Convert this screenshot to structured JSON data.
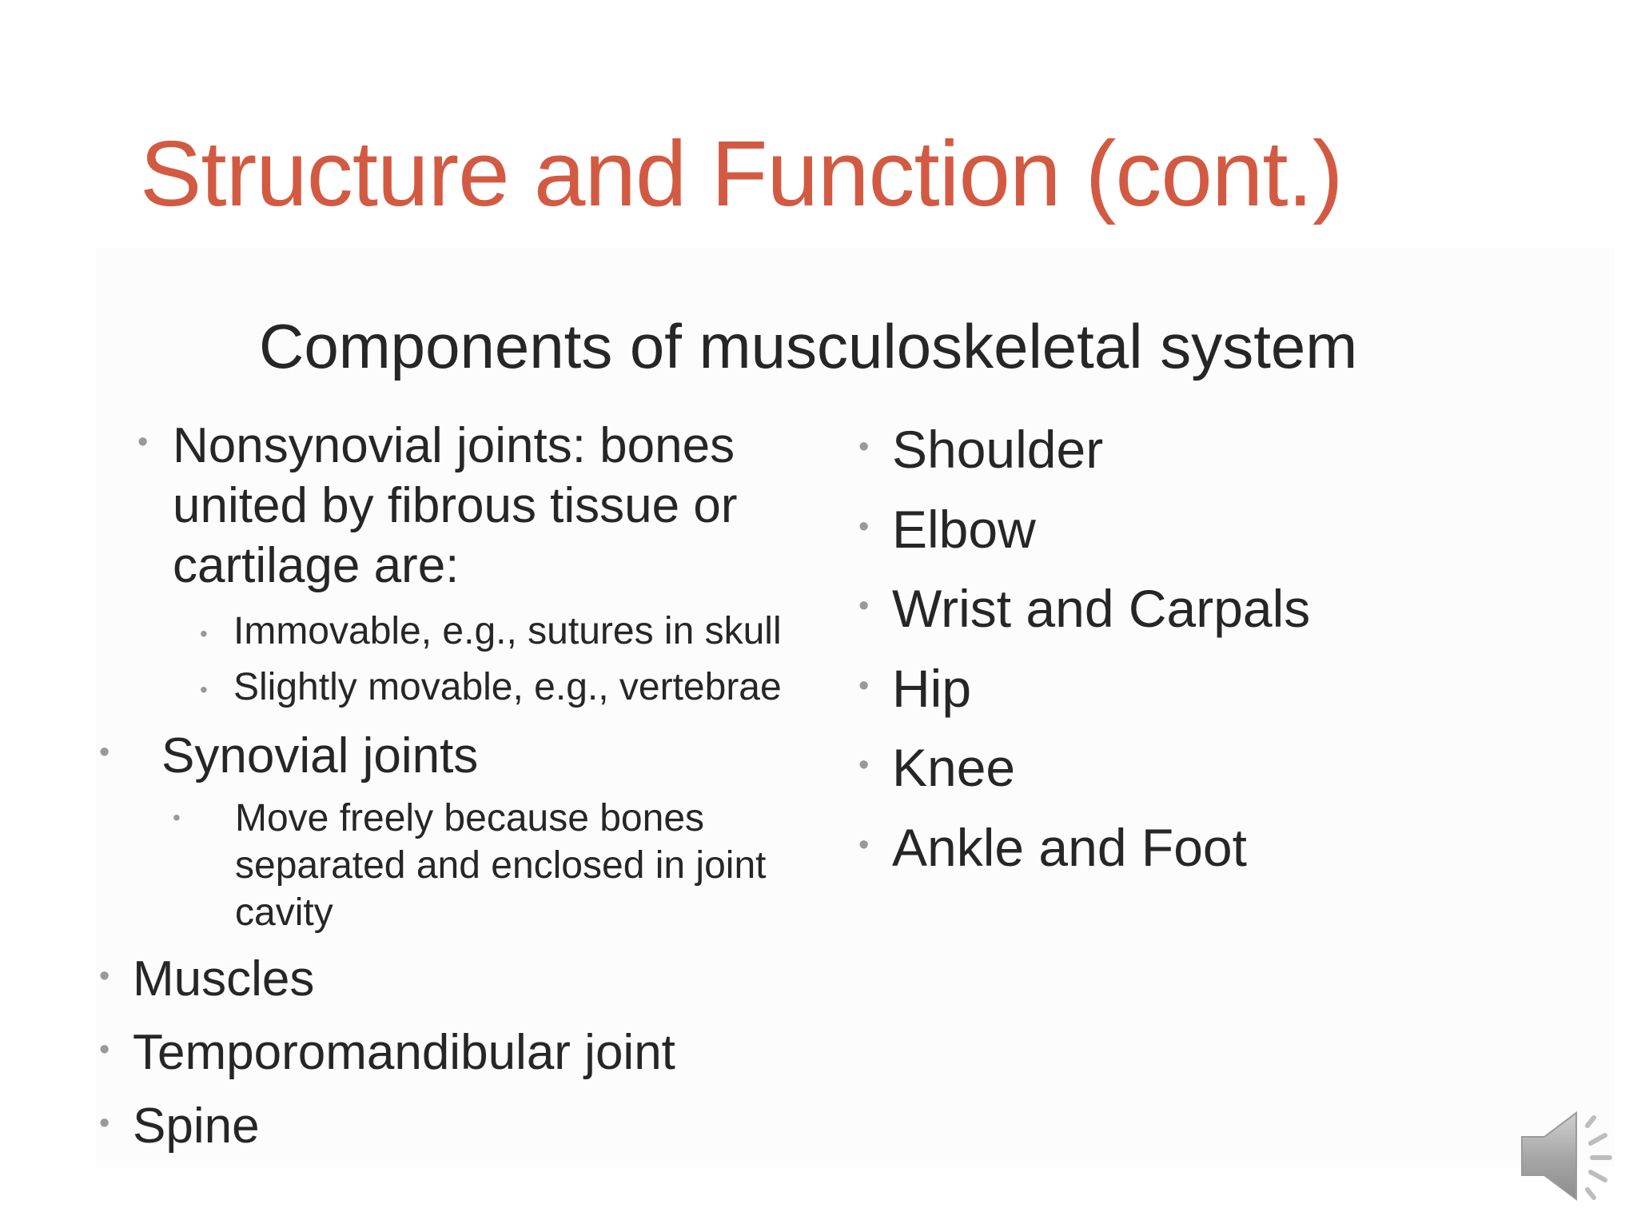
{
  "slide": {
    "title": "Structure and Function (cont.)",
    "subtitle": "Components of musculoskeletal system",
    "left_column": {
      "nonsynovial": {
        "lines": [
          "Nonsynovial joints: bones",
          "united by fibrous tissue or",
          "cartilage are:"
        ],
        "sub_items": [
          "Immovable, e.g., sutures in skull",
          "Slightly movable, e.g., vertebrae"
        ]
      },
      "synovial": {
        "label": "Synovial joints",
        "sub_lines": [
          "Move freely because bones",
          "separated and enclosed in joint",
          "cavity"
        ]
      },
      "items": [
        "Muscles",
        "Temporomandibular joint",
        "Spine"
      ]
    },
    "right_column": {
      "items": [
        "Shoulder",
        "Elbow",
        "Wrist and Carpals",
        "Hip",
        "Knee",
        "Ankle and Foot"
      ]
    }
  },
  "icons": {
    "audio": "speaker-icon"
  },
  "colors": {
    "title": "#d35a42",
    "text": "#262626",
    "bullet": "#999999"
  }
}
